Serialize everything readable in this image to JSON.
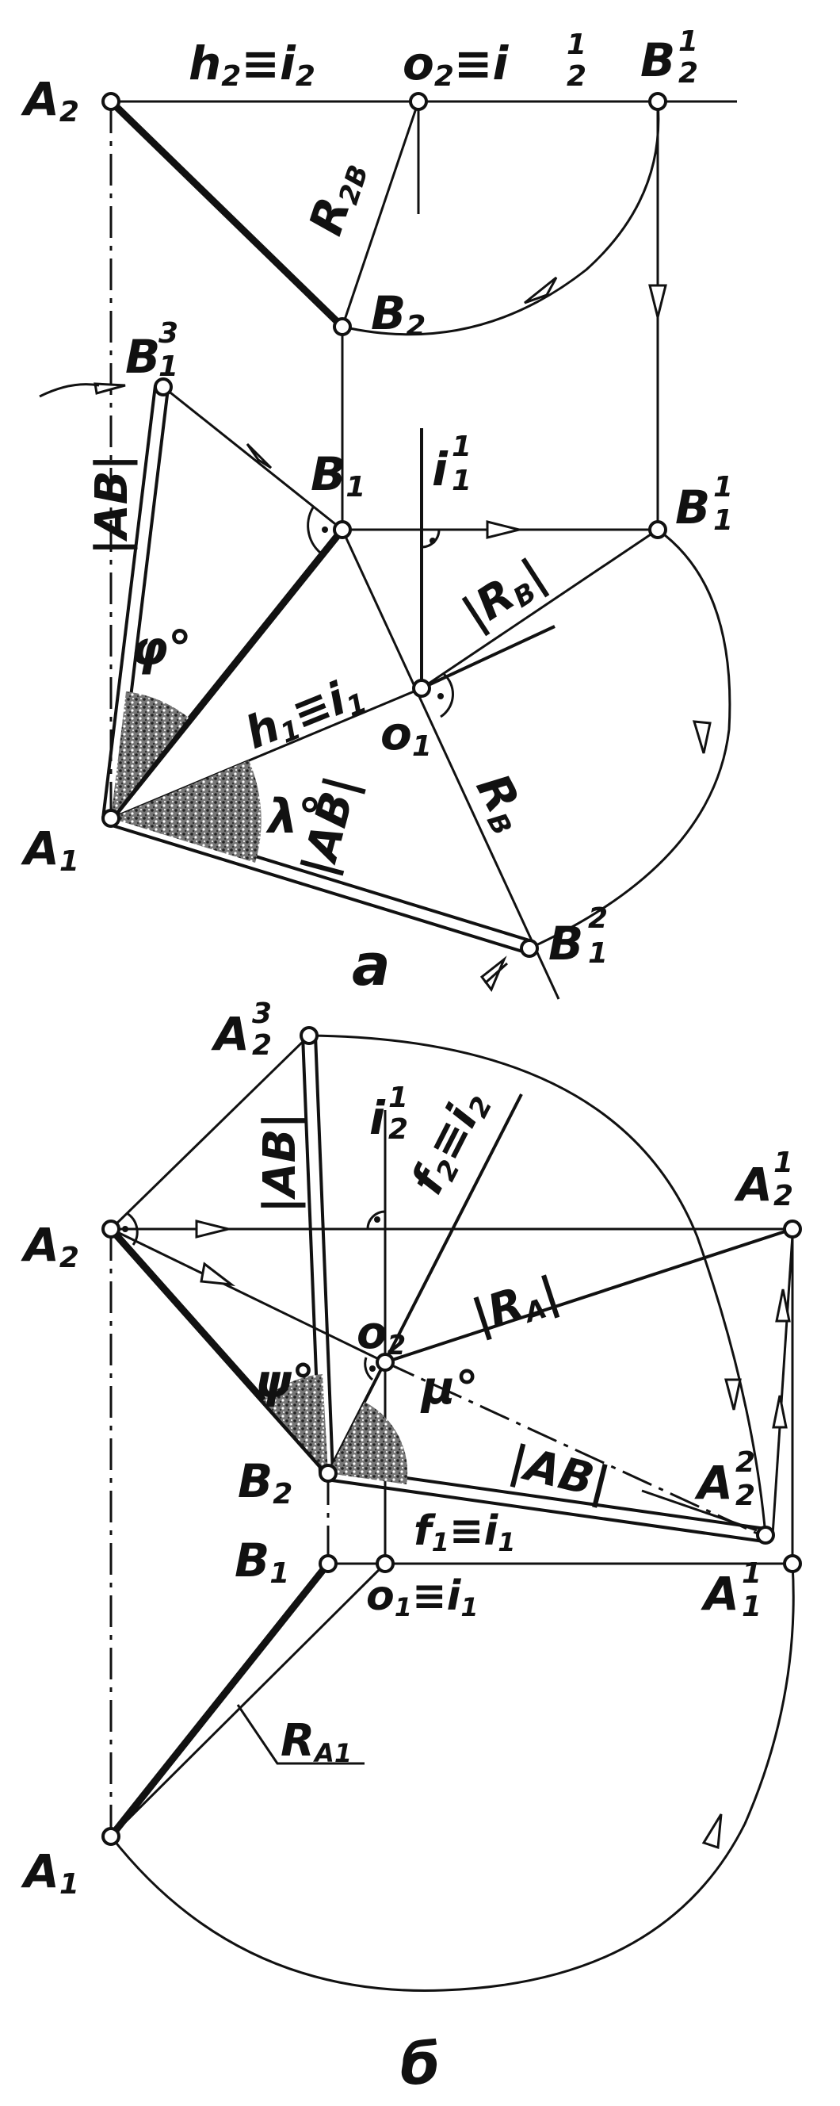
{
  "figure": {
    "caption_a": "а",
    "caption_b": "б"
  },
  "part_a": {
    "labels": {
      "A2": "A",
      "A2_sub": "2",
      "h2_i2": "h",
      "h2_i2_sub1": "2",
      "h2_i2_eq": "≡i",
      "h2_i2_sub2": "2",
      "o2_i21": "o",
      "o2_i21_sub1": "2",
      "o2_i21_eq": "≡i",
      "o2_i21_sup": "1",
      "o2_i21_sub2": "2",
      "B21": "B",
      "B21_sup": "1",
      "B21_sub": "2",
      "R2B": "R",
      "R2B_sub": "2B",
      "B2": "B",
      "B2_sub": "2",
      "B13": "B",
      "B13_sup": "3",
      "B13_sub": "1",
      "AB_vert": "|AB|",
      "B1": "B",
      "B1_sub": "1",
      "i11": "i",
      "i11_sup": "1",
      "i11_sub": "1",
      "B11": "B",
      "B11_sup": "1",
      "B11_sub": "1",
      "RB_abs": "|R",
      "RB_abs_sub": "B",
      "RB_abs_end": "|",
      "phi": "φ°",
      "h1_i1": "h",
      "h1_i1_sub1": "1",
      "h1_i1_eq": "≡i",
      "h1_i1_sub2": "1",
      "o1": "o",
      "o1_sub": "1",
      "RB": "R",
      "RB_sub": "B",
      "lambda": "λ°",
      "AB_diag": "|AB|",
      "A1": "A",
      "A1_sub": "1",
      "B12": "B",
      "B12_sup": "2",
      "B12_sub": "1"
    }
  },
  "part_b": {
    "labels": {
      "A23": "A",
      "A23_sup": "3",
      "A23_sub": "2",
      "AB_vert": "|AB|",
      "i21": "i",
      "i21_sup": "1",
      "i21_sub": "2",
      "f2_i2": "f",
      "f2_i2_sub1": "2",
      "f2_i2_eq": "≡i",
      "f2_i2_sub2": "2",
      "A21": "A",
      "A21_sup": "1",
      "A21_sub": "2",
      "A2": "A",
      "A2_sub": "2",
      "RA_abs": "|R",
      "RA_abs_sub": "A",
      "RA_abs_end": "|",
      "psi": "ψ°",
      "o2": "o",
      "o2_sub": "2",
      "mu": "μ°",
      "AB_diag": "|AB|",
      "A22": "A",
      "A22_sup": "2",
      "A22_sub": "2",
      "B2": "B",
      "B2_sub": "2",
      "f1_i1": "f",
      "f1_i1_sub1": "1",
      "f1_i1_eq": "≡i",
      "f1_i1_sub2": "1",
      "B1": "B",
      "B1_sub": "1",
      "o1_i1": "o",
      "o1_i1_sub1": "1",
      "o1_i1_eq": "≡i",
      "o1_i1_sub2": "1",
      "A11": "A",
      "A11_sup": "1",
      "A11_sub": "1",
      "RA1": "R",
      "RA1_sub": "A1",
      "A1": "A",
      "A1_sub": "1"
    }
  }
}
